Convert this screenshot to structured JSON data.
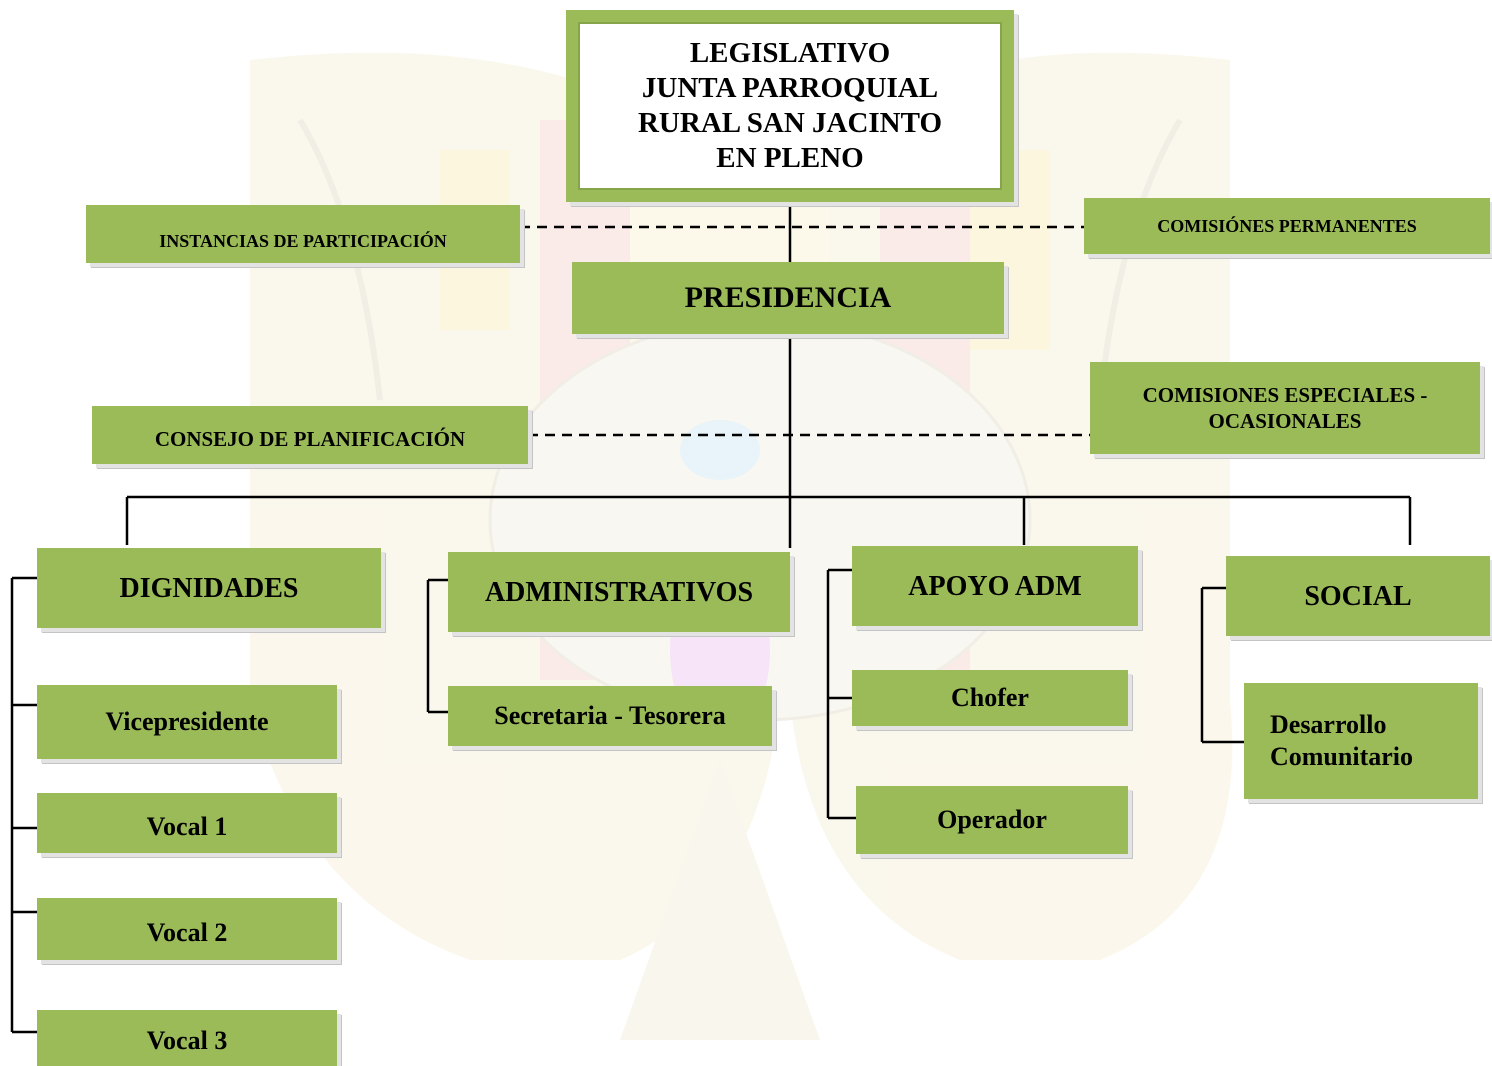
{
  "top": {
    "text": "LEGISLATIVO\nJUNTA PARROQUIAL\nRURAL SAN JACINTO\nEN PLENO"
  },
  "presidencia": "PRESIDENCIA",
  "side_left": {
    "instancias": "INSTANCIAS DE PARTICIPACIÓN",
    "consejo": "CONSEJO DE PLANIFICACIÓN"
  },
  "side_right": {
    "permanentes": "COMISIÓNES PERMANENTES",
    "especiales": "COMISIONES ESPECIALES -\nOCASIONALES"
  },
  "groups": {
    "dignidades": {
      "title": "DIGNIDADES",
      "items": [
        "Vicepresidente",
        "Vocal 1",
        "Vocal 2",
        "Vocal 3"
      ]
    },
    "administrativos": {
      "title": "ADMINISTRATIVOS",
      "items": [
        "Secretaria - Tesorera"
      ]
    },
    "apoyo": {
      "title": "APOYO ADM",
      "items": [
        "Chofer",
        "Operador"
      ]
    },
    "social": {
      "title": "SOCIAL",
      "items": [
        "Desarrollo\nComunitario"
      ]
    }
  },
  "colors": {
    "box_fill": "#9bbb59",
    "line": "#000000"
  }
}
